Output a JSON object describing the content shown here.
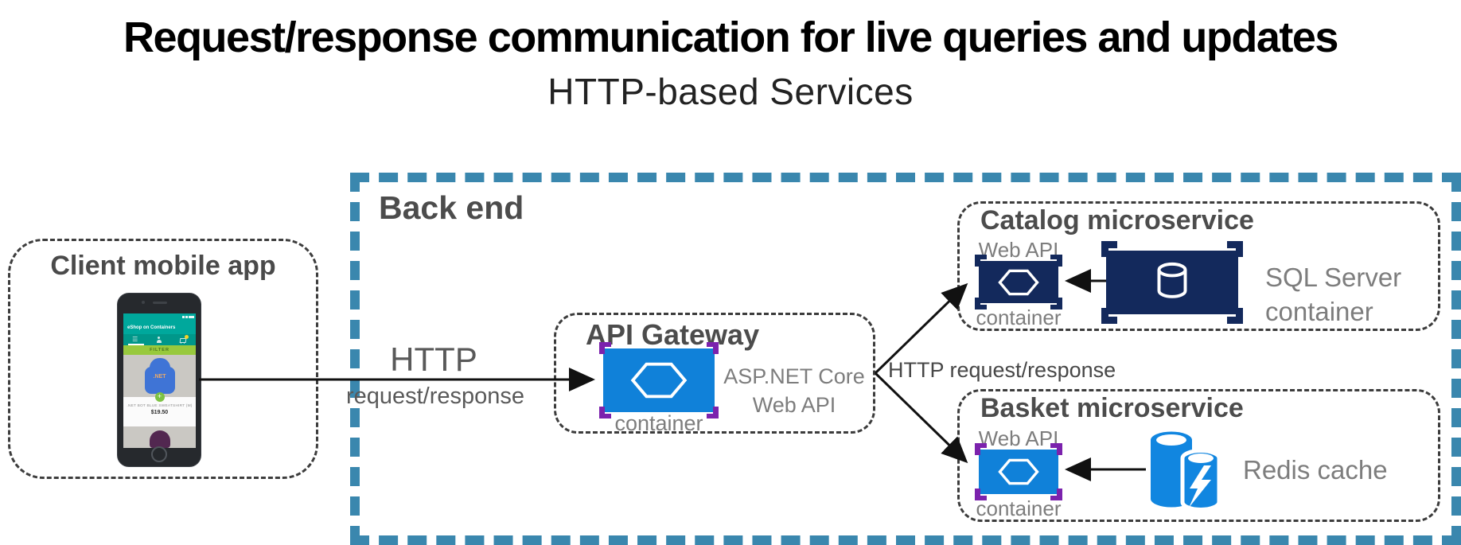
{
  "header": {
    "title": "Request/response communication for live queries and updates",
    "subtitle": "HTTP-based Services"
  },
  "client": {
    "label": "Client mobile app",
    "phone_app": {
      "app_bar_title": "eShop on Containers",
      "filter_button": "FILTER",
      "product": {
        "logo": ".NET",
        "name": ".NET BOT BLUE SWEATSHIRT (M)",
        "price": "$19.50"
      }
    }
  },
  "backend": {
    "label": "Back end",
    "api_gateway": {
      "title": "API Gateway",
      "container_caption": "container",
      "tech_label": "ASP.NET Core Web API"
    },
    "catalog": {
      "title": "Catalog microservice",
      "api_label": "Web API",
      "container_caption": "container",
      "datastore_label": "SQL Server container"
    },
    "basket": {
      "title": "Basket microservice",
      "api_label": "Web API",
      "container_caption": "container",
      "datastore_label": "Redis cache"
    }
  },
  "connections": {
    "client_to_gateway_top": "HTTP",
    "client_to_gateway_bottom": "request/response",
    "gateway_to_services": "HTTP request/response"
  },
  "colors": {
    "backend_border": "#3a87ae",
    "inner_border": "#3c3c3c",
    "container_blue": "#1081d9",
    "navy": "#13295c",
    "bracket_purple": "#7b22ad",
    "redis_blue": "#1186e0",
    "teal_app_bar": "#00a89c",
    "teal_toolbar": "#00978a",
    "green_filter": "#98c93d",
    "heading_gray": "#4c4c4c",
    "label_gray": "#7d7d7d"
  }
}
